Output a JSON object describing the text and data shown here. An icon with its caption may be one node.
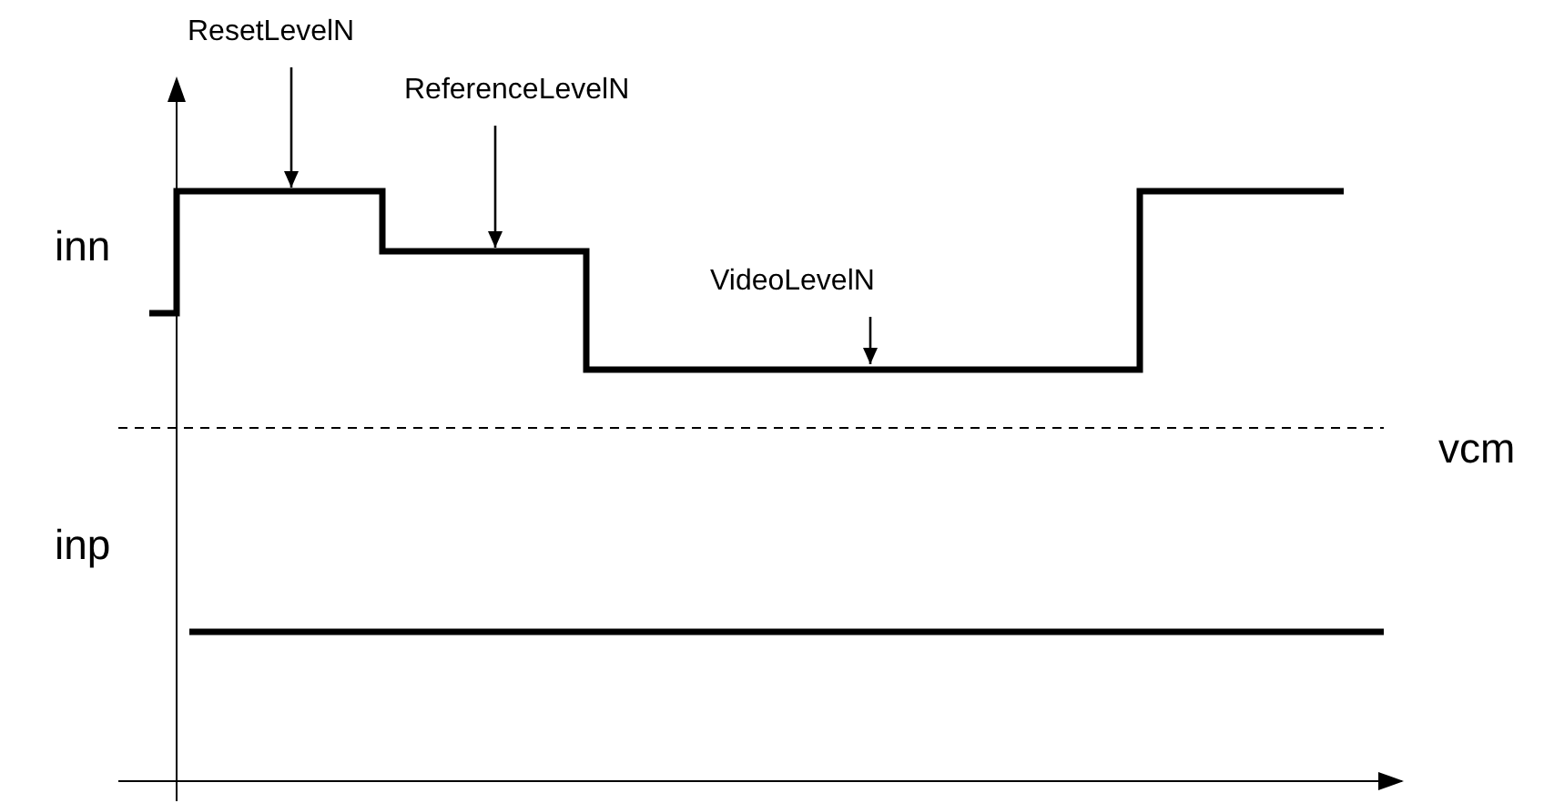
{
  "diagram": {
    "nodes": [
      {
        "text": [
          "ResetLevelN"
        ]
      },
      {
        "text": [
          "ReferenceLevelN"
        ]
      },
      {
        "text": [
          "VideoLevelN"
        ]
      }
    ],
    "edges": [
      {
        "from": 0,
        "to": null,
        "arrow": "to"
      },
      {
        "from": 1,
        "to": null,
        "arrow": "to"
      },
      {
        "from": 2,
        "to": null,
        "arrow": "to"
      }
    ],
    "labels": [
      "inn",
      "vcm",
      "inp"
    ]
  }
}
